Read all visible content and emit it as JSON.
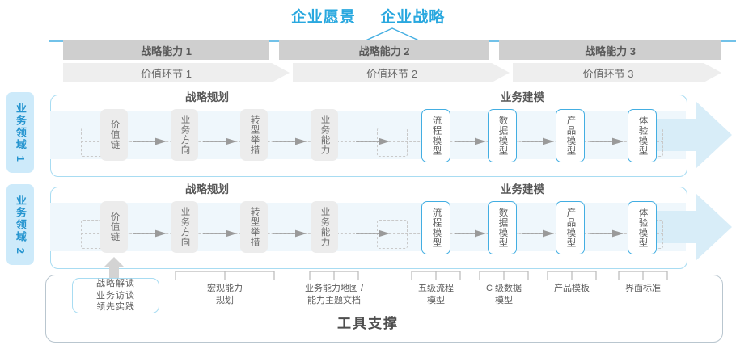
{
  "header": {
    "vision_label": "企业愿景",
    "strategy_label": "企业战略",
    "capabilities": [
      "战略能力 1",
      "战略能力 2",
      "战略能力 3"
    ],
    "value_chain": [
      "价值环节 1",
      "价值环节 2",
      "价值环节 3"
    ]
  },
  "colors": {
    "accent_blue": "#29a8df",
    "node_border_blue": "#43aee2",
    "side_label_bg": "#cdeafa",
    "band_dark_gray": "#cfcfcf",
    "band_light_gray": "#eeeeee",
    "row_band_blue": "#eff7fc",
    "gray_node": "#ececec"
  },
  "side_labels": [
    {
      "text": "业务领域 1"
    },
    {
      "text": "业务领域 2"
    }
  ],
  "rows": [
    {
      "sections": [
        {
          "title": "战略规划"
        },
        {
          "title": "业务建模"
        }
      ],
      "nodes": [
        {
          "label": "价值链",
          "style": "gray"
        },
        {
          "label": "业务方向",
          "style": "gray"
        },
        {
          "label": "转型举措",
          "style": "gray"
        },
        {
          "label": "业务能力",
          "style": "gray"
        },
        {
          "label": "流程模型",
          "style": "blue"
        },
        {
          "label": "数据模型",
          "style": "blue"
        },
        {
          "label": "产品模型",
          "style": "blue"
        },
        {
          "label": "体验模型",
          "style": "blue"
        }
      ]
    },
    {
      "sections": [
        {
          "title": "战略规划"
        },
        {
          "title": "业务建模"
        }
      ],
      "nodes": [
        {
          "label": "价值链",
          "style": "gray"
        },
        {
          "label": "业务方向",
          "style": "gray"
        },
        {
          "label": "转型举措",
          "style": "gray"
        },
        {
          "label": "业务能力",
          "style": "gray"
        },
        {
          "label": "流程模型",
          "style": "blue"
        },
        {
          "label": "数据模型",
          "style": "blue"
        },
        {
          "label": "产品模型",
          "style": "blue"
        },
        {
          "label": "体验模型",
          "style": "blue"
        }
      ]
    }
  ],
  "tools": {
    "title": "工具支撑",
    "note": "战略解读\n业务访谈\n领先实践",
    "captions": [
      {
        "text": "宏观能力\n规划"
      },
      {
        "text": "业务能力地图 /\n能力主题文档"
      },
      {
        "text": "五级流程\n模型"
      },
      {
        "text": "C 级数据\n模型"
      },
      {
        "text": "产品模板"
      },
      {
        "text": "界面标准"
      }
    ]
  }
}
